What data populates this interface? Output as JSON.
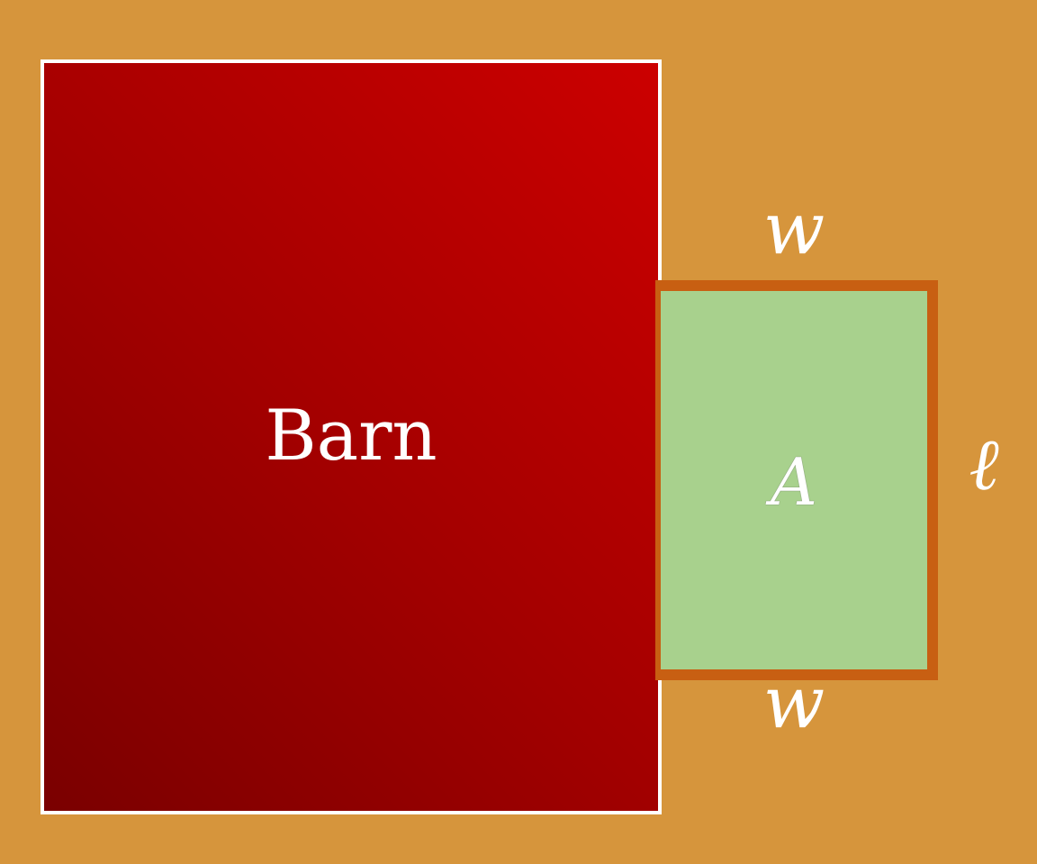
{
  "diagram": {
    "barn_label": "Barn",
    "area_label": "A",
    "width_top_label": "w",
    "width_bottom_label": "w",
    "length_label": "ℓ",
    "colors": {
      "background": "#D6953C",
      "barn_dark": "#7A0000",
      "barn_light": "#CC0000",
      "pen_fill": "#A8D18D",
      "fence": "#C85F12",
      "text": "#FFFFFF"
    }
  }
}
